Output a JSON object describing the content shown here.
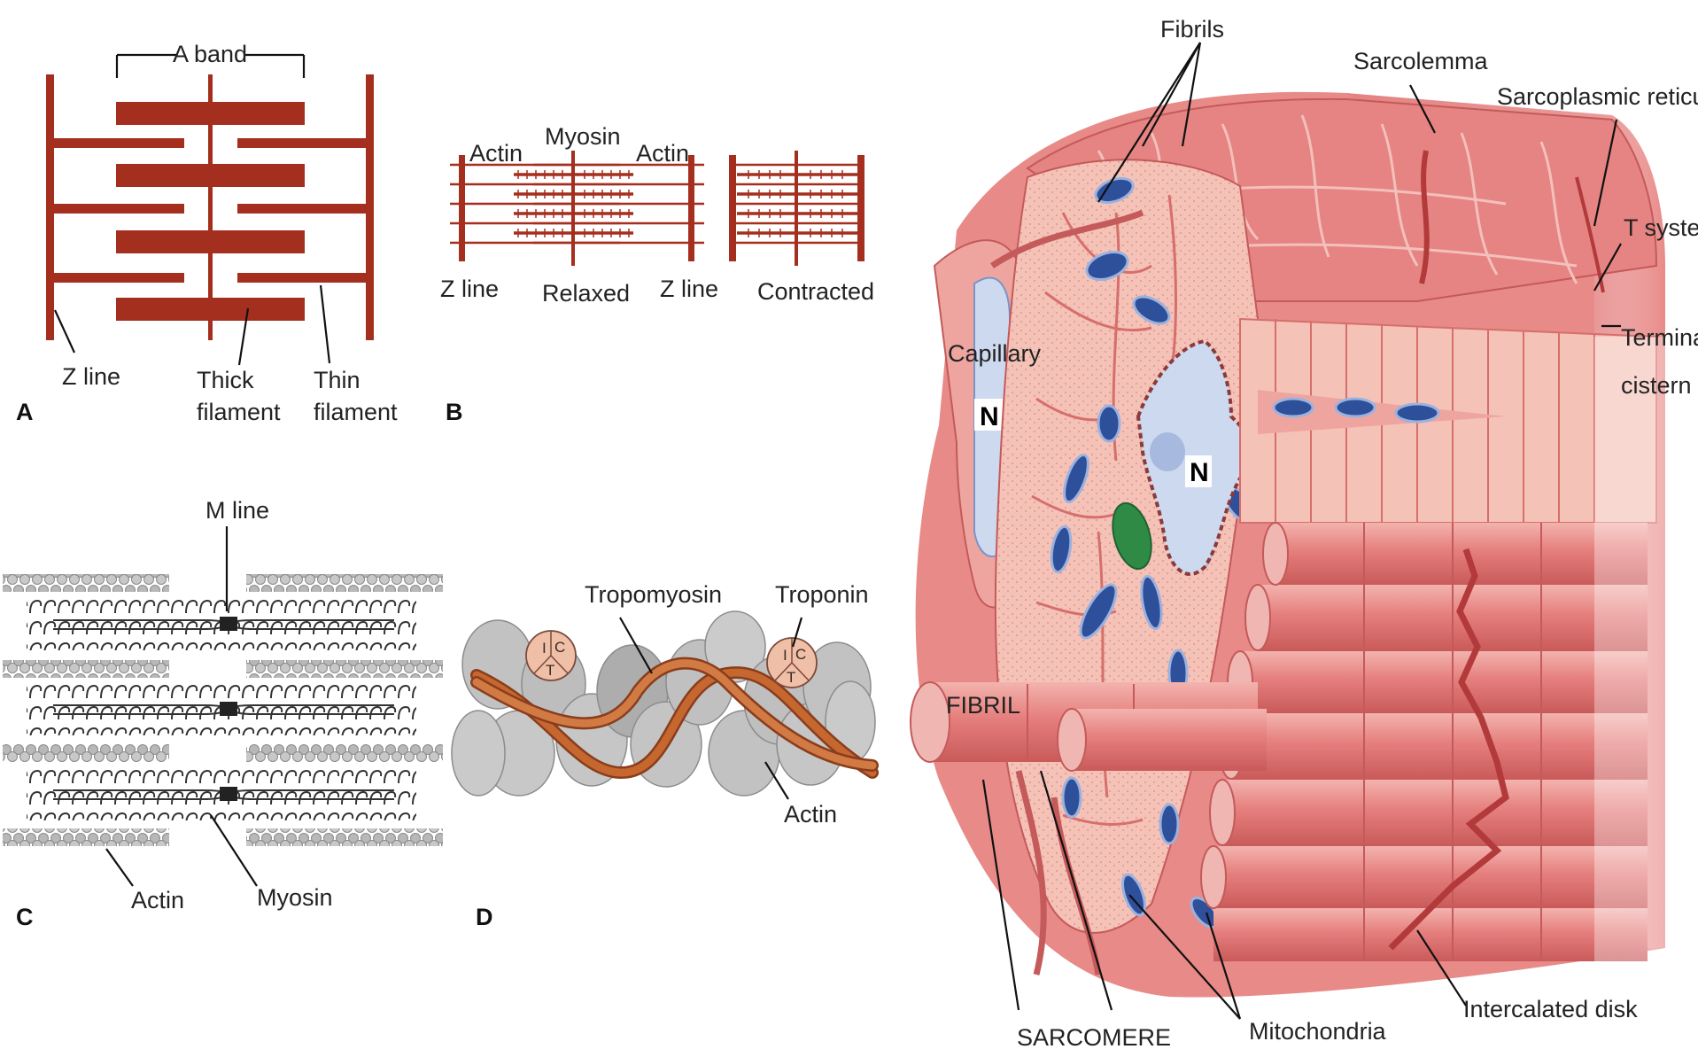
{
  "panels": {
    "a": {
      "letter": "A",
      "a_band": "A band",
      "z_line": "Z line",
      "thick_filament": [
        "Thick",
        "filament"
      ],
      "thin_filament": [
        "Thin",
        "filament"
      ]
    },
    "b": {
      "letter": "B",
      "actin_left": "Actin",
      "myosin": "Myosin",
      "actin_right": "Actin",
      "z_line_left": "Z line",
      "relaxed": "Relaxed",
      "z_line_right": "Z line",
      "contracted": "Contracted"
    },
    "c": {
      "letter": "C",
      "m_line": "M line",
      "actin": "Actin",
      "myosin": "Myosin"
    },
    "d": {
      "letter": "D",
      "tropomyosin": "Tropomyosin",
      "troponin": "Troponin",
      "actin": "Actin",
      "troponin_subunits": [
        "I",
        "C",
        "T"
      ]
    },
    "e": {
      "fibrils": "Fibrils",
      "sarcolemma": "Sarcolemma",
      "sarcoplasmic_reticulum": "Sarcoplasmic reticulum",
      "t_system": "T system",
      "terminal_cistern": [
        "Terminal",
        "cistern"
      ],
      "capillary": "Capillary",
      "nucleus": "N",
      "fibril": "FIBRIL",
      "sarcomere": "SARCOMERE",
      "mitochondria": "Mitochondria",
      "intercalated_disk": "Intercalated disk"
    }
  },
  "colors": {
    "filament": "#a52f1e",
    "muscle": "#e88a88",
    "muscle_dark": "#c64f4f",
    "fibril_light": "#f5c2b8",
    "nucleus_blue": "#cdd9ee",
    "mito_blue": "#2e4f9a",
    "actin_grey": "#c3c3c3",
    "tropomyosin": "#b8582c",
    "troponin": "#efbfa8",
    "green": "#2f8a45"
  }
}
